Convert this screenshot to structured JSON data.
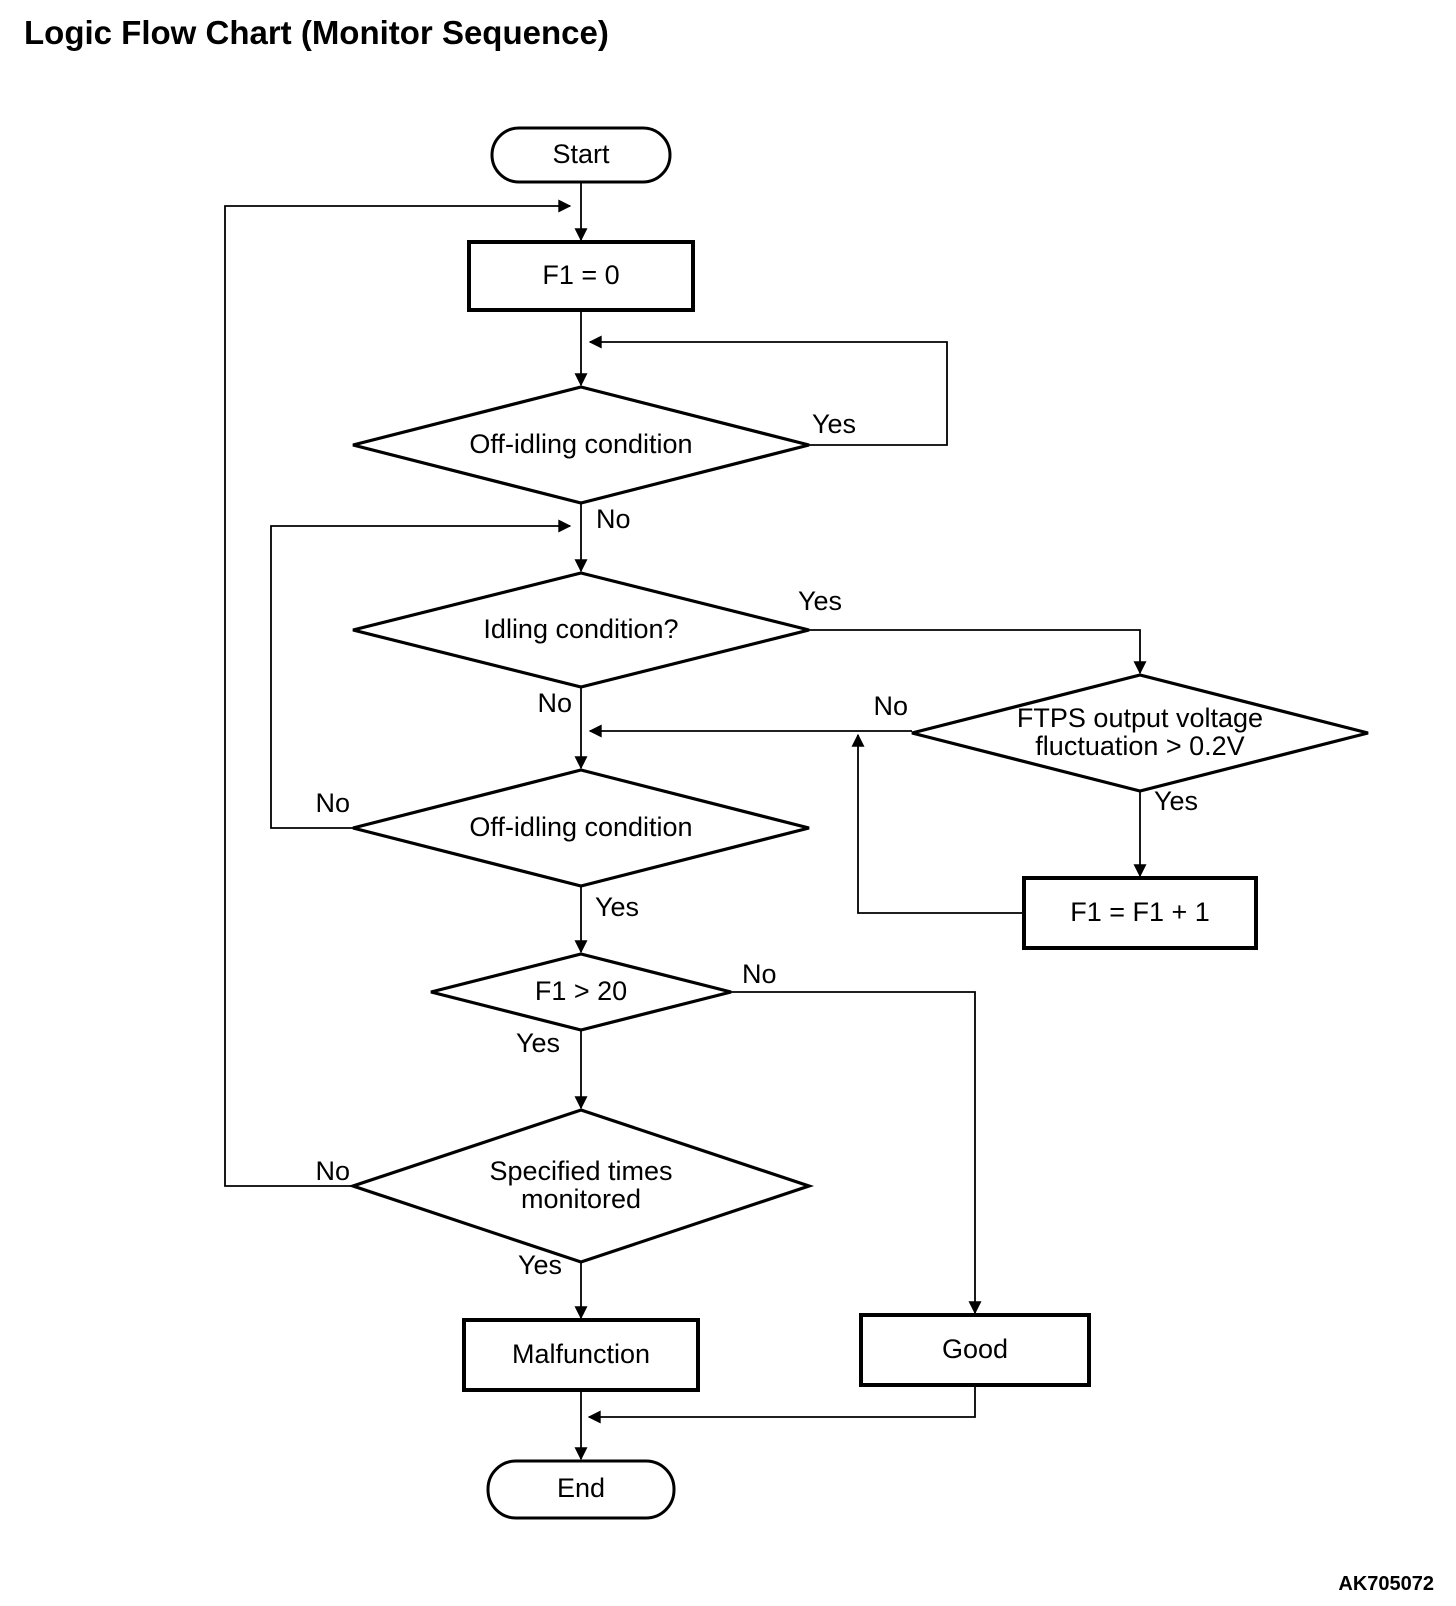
{
  "title": "Logic Flow Chart (Monitor Sequence)",
  "figure_code": "AK705072",
  "flowchart": {
    "nodes": {
      "start": {
        "type": "terminator",
        "label": "Start"
      },
      "f1_init": {
        "type": "process",
        "label": "F1 = 0"
      },
      "off_idling_1": {
        "type": "decision",
        "label": "Off-idling condition"
      },
      "idling": {
        "type": "decision",
        "label": "Idling condition?"
      },
      "ftps": {
        "type": "decision",
        "lines": [
          "FTPS output voltage",
          "fluctuation > 0.2V"
        ]
      },
      "f1_increment": {
        "type": "process",
        "label": "F1 = F1 + 1"
      },
      "off_idling_2": {
        "type": "decision",
        "label": "Off-idling condition"
      },
      "f1_gt_20": {
        "type": "decision",
        "label": "F1 > 20"
      },
      "specified": {
        "type": "decision",
        "lines": [
          "Specified times",
          "monitored"
        ]
      },
      "malfunction": {
        "type": "process",
        "label": "Malfunction"
      },
      "good": {
        "type": "process",
        "label": "Good"
      },
      "end": {
        "type": "terminator",
        "label": "End"
      }
    },
    "edge_labels": {
      "off_idling_1_yes": "Yes",
      "off_idling_1_no": "No",
      "idling_yes": "Yes",
      "idling_no": "No",
      "ftps_no": "No",
      "ftps_yes": "Yes",
      "off_idling_2_no": "No",
      "off_idling_2_yes": "Yes",
      "f1_gt_20_no": "No",
      "f1_gt_20_yes": "Yes",
      "specified_no": "No",
      "specified_yes": "Yes"
    }
  }
}
